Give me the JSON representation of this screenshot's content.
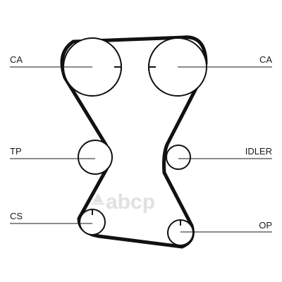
{
  "labels": {
    "left_top": "CA",
    "right_top": "CA",
    "left_mid": "TP",
    "right_mid": "IDLER",
    "left_bottom": "CS",
    "right_bottom": "OP"
  },
  "watermark": {
    "text": "abcp",
    "color": "#e1e1e1"
  },
  "colors": {
    "line": "#111111",
    "text": "#1a1a1a",
    "background": "#ffffff"
  }
}
